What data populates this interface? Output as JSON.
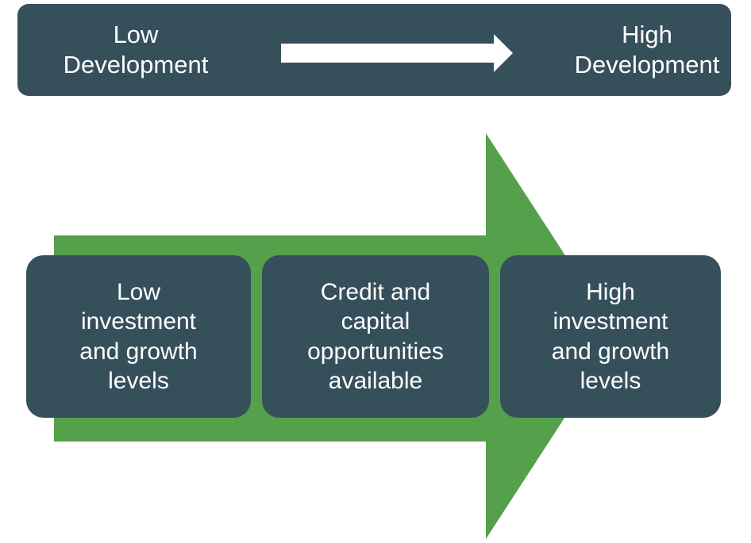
{
  "header": {
    "left_label": "Low\nDevelopment",
    "right_label": "High\nDevelopment",
    "arrow_icon": "right-arrow-icon",
    "background_color": "#35505b",
    "text_color": "#ffffff",
    "arrow_color": "#ffffff"
  },
  "flow": {
    "arrow_icon": "green-right-block-arrow-icon",
    "arrow_color": "#55a04a",
    "direction": "left-to-right",
    "boxes": [
      {
        "id": "low-investment",
        "text": "Low\ninvestment\nand growth\nlevels",
        "background_color": "#35505b",
        "text_color": "#ffffff"
      },
      {
        "id": "credit-capital",
        "text": "Credit and\ncapital\nopportunities\navailable",
        "background_color": "#35505b",
        "text_color": "#ffffff"
      },
      {
        "id": "high-investment",
        "text": "High\ninvestment\nand growth\nlevels",
        "background_color": "#35505b",
        "text_color": "#ffffff"
      }
    ]
  },
  "canvas": {
    "background_color": "#ffffff"
  }
}
